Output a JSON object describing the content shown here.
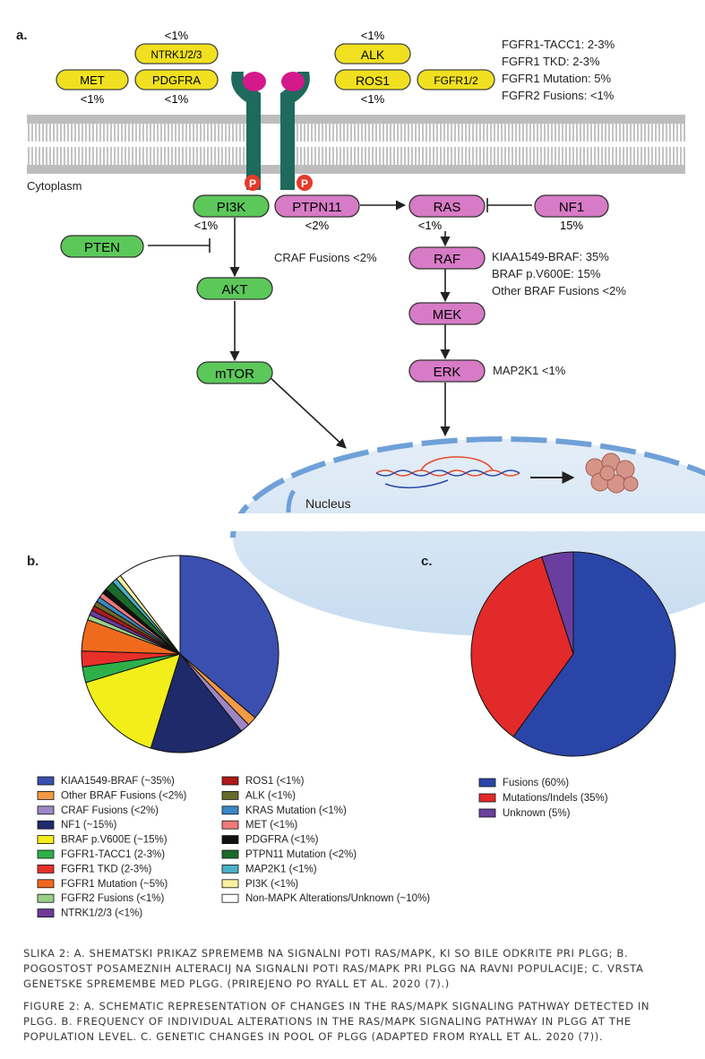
{
  "panel_a": {
    "label": "a.",
    "receptors": [
      {
        "name": "NTRK1/2/3",
        "pct": "<1%"
      },
      {
        "name": "MET",
        "pct": "<1%"
      },
      {
        "name": "PDGFRA",
        "pct": "<1%"
      },
      {
        "name": "ALK",
        "pct": "<1%"
      },
      {
        "name": "ROS1",
        "pct": "<1%"
      },
      {
        "name": "FGFR1/2",
        "pct": ""
      }
    ],
    "fgfr_notes": [
      "FGFR1-TACC1: 2-3%",
      "FGFR1 TKD: 2-3%",
      "FGFR1 Mutation: 5%",
      "FGFR2 Fusions: <1%"
    ],
    "cytoplasm": "Cytoplasm",
    "phospho": "P",
    "nodes": {
      "pi3k": "PI3K",
      "pi3k_pct": "<1%",
      "ptpn11": "PTPN11",
      "ptpn11_pct": "<2%",
      "ras": "RAS",
      "ras_pct": "<1%",
      "nf1": "NF1",
      "nf1_pct": "15%",
      "pten": "PTEN",
      "akt": "AKT",
      "mtor": "mTOR",
      "raf": "RAF",
      "mek": "MEK",
      "erk": "ERK"
    },
    "craf": "CRAF Fusions <2%",
    "braf_notes": [
      "KIAA1549-BRAF: 35%",
      "BRAF p.V600E: 15%",
      "Other BRAF Fusions <2%"
    ],
    "map2k1": "MAP2K1 <1%",
    "nucleus": "Nucleus",
    "colors": {
      "yellow": "#f0e020",
      "green": "#5cc85a",
      "pink": "#d77bc6",
      "receptor": "#1e6a5c",
      "ligand": "#d4198a",
      "phospho": "#e53a2a"
    }
  },
  "panel_b": {
    "label": "b.",
    "chart_data": {
      "type": "pie",
      "series": [
        {
          "name": "KIAA1549-BRAF (~35%)",
          "value": 35,
          "color": "#3a4fb0"
        },
        {
          "name": "Other BRAF Fusions (<2%)",
          "value": 1.5,
          "color": "#f39a45"
        },
        {
          "name": "CRAF Fusions (<2%)",
          "value": 1.5,
          "color": "#9e86c4"
        },
        {
          "name": "NF1 (~15%)",
          "value": 15,
          "color": "#1e2a6a"
        },
        {
          "name": "BRAF p.V600E (~15%)",
          "value": 15,
          "color": "#f2ee1a"
        },
        {
          "name": "FGFR1-TACC1 (2-3%)",
          "value": 2.5,
          "color": "#2db04a"
        },
        {
          "name": "FGFR1 TKD (2-3%)",
          "value": 2.5,
          "color": "#e8302a"
        },
        {
          "name": "FGFR1 Mutation (~5%)",
          "value": 5,
          "color": "#f06a1e"
        },
        {
          "name": "FGFR2 Fusions (<1%)",
          "value": 0.8,
          "color": "#9ad08a"
        },
        {
          "name": "NTRK1/2/3 (<1%)",
          "value": 0.8,
          "color": "#6e3a9a"
        },
        {
          "name": "ROS1 (<1%)",
          "value": 0.8,
          "color": "#b01a1a"
        },
        {
          "name": "ALK (<1%)",
          "value": 0.8,
          "color": "#6a6a2a"
        },
        {
          "name": "KRAS Mutation (<1%)",
          "value": 0.8,
          "color": "#3a88c8"
        },
        {
          "name": "MET (<1%)",
          "value": 0.8,
          "color": "#f07a7a"
        },
        {
          "name": "PDGFRA (<1%)",
          "value": 0.8,
          "color": "#111111"
        },
        {
          "name": "PTPN11 Mutation (<2%)",
          "value": 1.5,
          "color": "#1a6a2a"
        },
        {
          "name": "MAP2K1 (<1%)",
          "value": 0.8,
          "color": "#4ab0c8"
        },
        {
          "name": "PI3K (<1%)",
          "value": 0.8,
          "color": "#f6f0a0"
        },
        {
          "name": "Non-MAPK Alterations/Unknown (~10%)",
          "value": 10,
          "color": "#ffffff"
        }
      ]
    }
  },
  "panel_c": {
    "label": "c.",
    "chart_data": {
      "type": "pie",
      "series": [
        {
          "name": "Fusions (60%)",
          "value": 60,
          "color": "#2a45a8"
        },
        {
          "name": "Mutations/Indels (35%)",
          "value": 35,
          "color": "#e32a2a"
        },
        {
          "name": "Unknown (5%)",
          "value": 5,
          "color": "#6a3e9e"
        }
      ]
    }
  },
  "caption_sl": "Slika 2: A. Shematski prikaz sprememb na signalni poti RAS/MAPK, ki so bile odkrite pri pLGG; B. pogostost posameznih alteracij na signalni poti RAS/MAPK pri pLGG na ravni populacije; C. vrsta genetske spremembe med pLGG. (Prirejeno po Ryall et al. 2020 (7).)",
  "caption_en": "Figure 2: A. Schematic representation of changes in the RAS/MAPK signaling pathway detected in pLGG. B. Frequency of individual alterations in the RAS/MAPK signaling pathway in pLGG at the population level. C. Genetic changes in pool of pLGG (adapted from Ryall et al. 2020 (7))."
}
